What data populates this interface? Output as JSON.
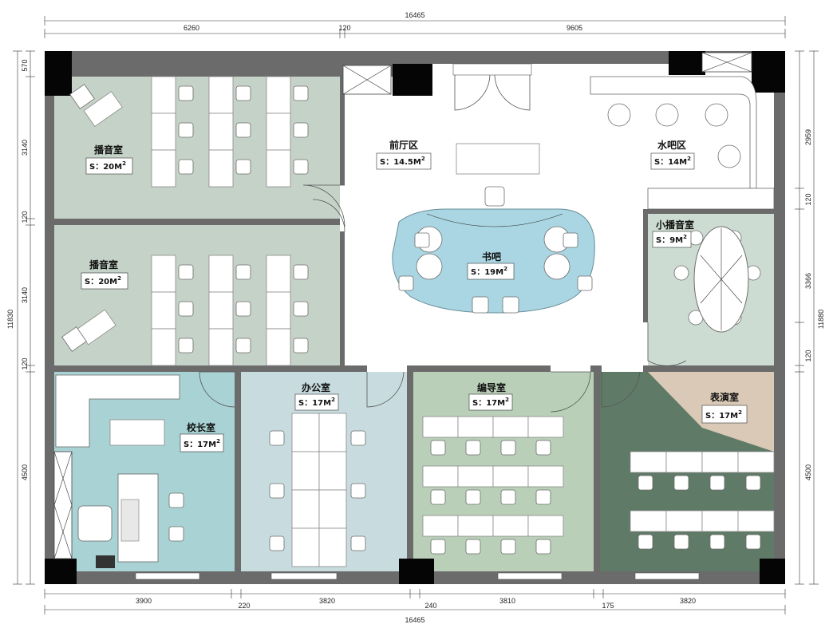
{
  "dimensions": {
    "top_total": "16465",
    "top_left": "6260",
    "top_mid": "120",
    "top_right": "9605",
    "bottom_total": "16465",
    "bottom_1": "3900",
    "bottom_2": "220",
    "bottom_3": "3820",
    "bottom_4": "240",
    "bottom_5": "3810",
    "bottom_6": "175",
    "bottom_7": "3820",
    "left_total": "11830",
    "left_1": "570",
    "left_2": "3140",
    "left_3": "120",
    "left_4": "3140",
    "left_5": "120",
    "left_6": "4500",
    "right_total": "11880",
    "right_1": "2959",
    "right_2": "120",
    "right_3": "3366",
    "right_4": "120",
    "right_5": "4500"
  },
  "rooms": {
    "broadcast_1": {
      "name": "播音室",
      "area": "S：20M",
      "sup": "2"
    },
    "broadcast_2": {
      "name": "播音室",
      "area": "S：20M",
      "sup": "2"
    },
    "lobby": {
      "name": "前厅区",
      "area": "S：14.5M",
      "sup": "2"
    },
    "water_bar": {
      "name": "水吧区",
      "area": "S：14M",
      "sup": "2"
    },
    "small_broadcast": {
      "name": "小播音室",
      "area": "S：9M",
      "sup": "2"
    },
    "book_bar": {
      "name": "书吧",
      "area": "S：19M",
      "sup": "2"
    },
    "principal": {
      "name": "校长室",
      "area": "S：17M",
      "sup": "2"
    },
    "office": {
      "name": "办公室",
      "area": "S：17M",
      "sup": "2"
    },
    "director": {
      "name": "编导室",
      "area": "S：17M",
      "sup": "2"
    },
    "performance": {
      "name": "表演室",
      "area": "S：17M",
      "sup": "2"
    }
  },
  "colors": {
    "broadcast": "#c5d2c7",
    "lobby": "#ffffff",
    "book_bar": "#a9d6e2",
    "principal": "#a9d2d4",
    "office": "#c8dcdf",
    "director": "#b9cfb7",
    "performance_dark": "#5f7a66",
    "performance_light": "#d9c9b6",
    "small_broadcast": "#cddcd2",
    "wall": "#6b6b6b"
  }
}
